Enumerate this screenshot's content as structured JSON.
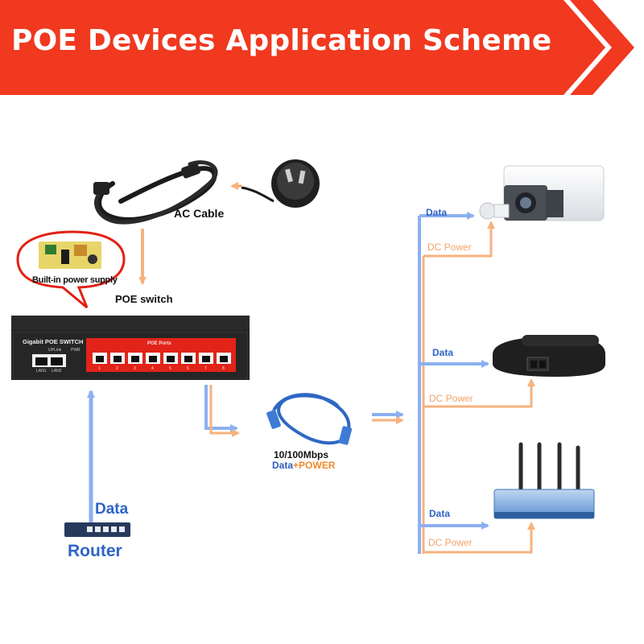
{
  "title": "POE Devices Application Scheme",
  "colors": {
    "banner": "#f0391f",
    "data_arrow": "#8cb0f0",
    "power_arrow": "#f7b27e",
    "data_text": "#2f64c6",
    "power_text": "#f3a36a"
  },
  "source": {
    "ac_cable_label": "AC Cable",
    "builtin_label": "Built-in power supply",
    "switch_label": "POE switch",
    "switch_model": "Gigabit POE SWITCH",
    "switch_ports_label": "POE Ports",
    "switch_uplink": "UPLink",
    "switch_pwr": "PWR",
    "switch_lan1": "LAN1",
    "switch_lan2": "LAN2",
    "switch_port_numbers": [
      "1",
      "2",
      "3",
      "4",
      "5",
      "6",
      "7",
      "8"
    ]
  },
  "cable": {
    "speed_label": "10/100Mbps",
    "data_word": "Data",
    "power_word": "POWER"
  },
  "router": {
    "data_label": "Data",
    "router_label": "Router"
  },
  "devices": [
    {
      "name": "ip-camera",
      "data_label": "Data",
      "power_label": "DC Power"
    },
    {
      "name": "ip-phone",
      "data_label": "Data",
      "power_label": "DC Power"
    },
    {
      "name": "wireless-ap",
      "data_label": "Data",
      "power_label": "DC Power"
    }
  ]
}
